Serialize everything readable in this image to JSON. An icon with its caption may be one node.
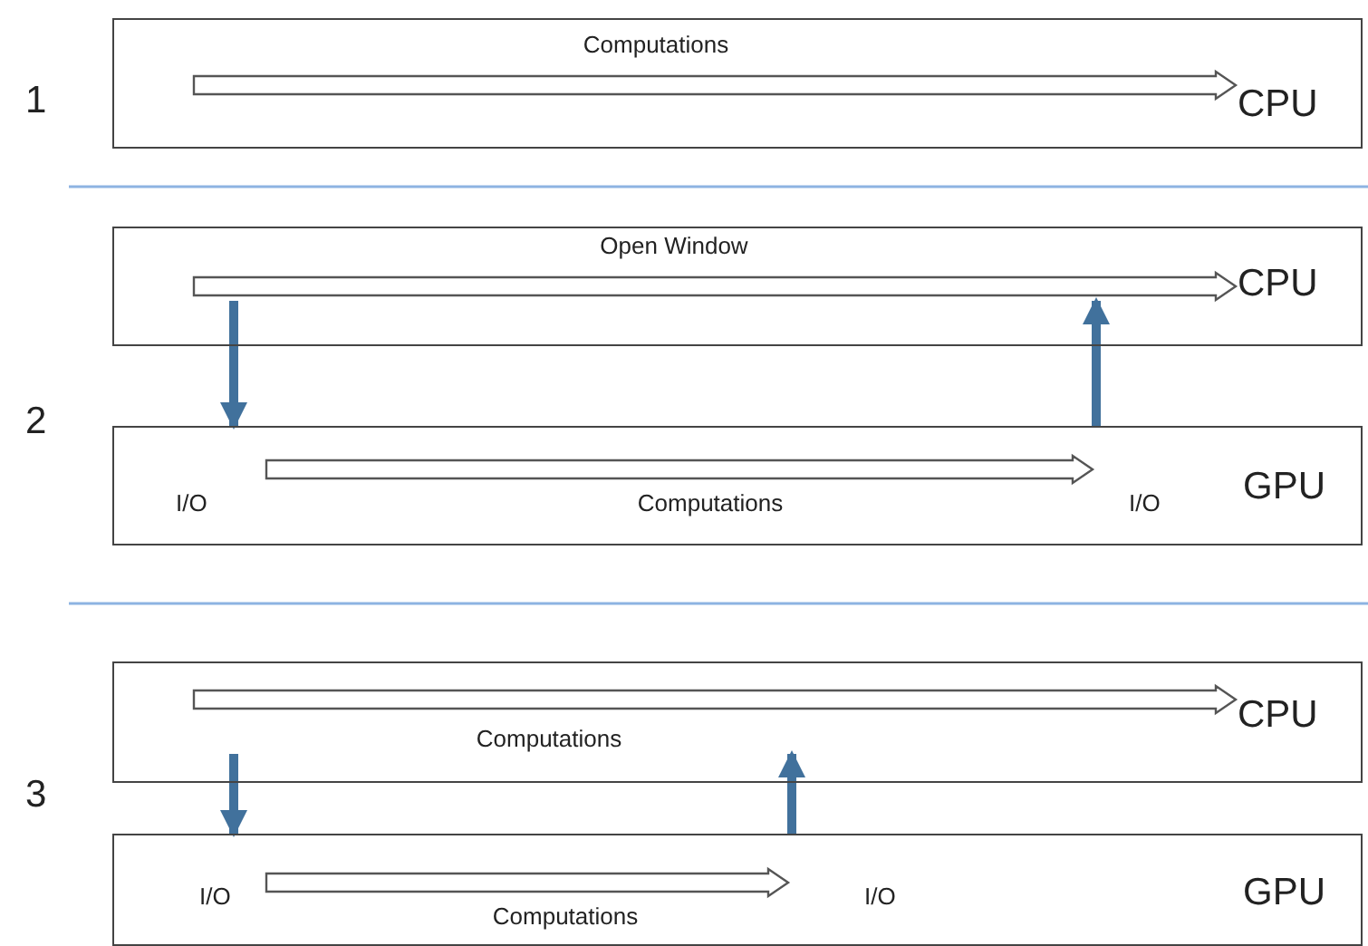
{
  "diagram": {
    "nodes": [
      {
        "text": [
          "CPU"
        ]
      },
      {
        "text": [
          "Computations"
        ],
        "in": 0
      },
      {
        "text": [
          "CPU"
        ]
      },
      {
        "text": [
          "Open Window"
        ],
        "in": 2
      },
      {
        "text": [
          "I/O",
          "I/O",
          "GPU"
        ]
      },
      {
        "text": [
          "Computations"
        ],
        "in": 4
      },
      {
        "text": [
          "CPU"
        ]
      },
      {
        "text": [
          "Computations"
        ],
        "in": 6
      },
      {
        "text": [
          "I/O",
          "I/O",
          "GPU"
        ]
      },
      {
        "text": [
          "Computations"
        ],
        "in": 8
      }
    ],
    "edges": [
      {
        "from": 3,
        "to": 4,
        "arrow": "to"
      },
      {
        "from": 4,
        "to": 3,
        "arrow": "to"
      },
      {
        "from": 7,
        "to": 8,
        "arrow": "to"
      },
      {
        "from": 8,
        "to": 7,
        "arrow": "to"
      }
    ],
    "labels": [
      "1",
      "2",
      "3"
    ]
  }
}
